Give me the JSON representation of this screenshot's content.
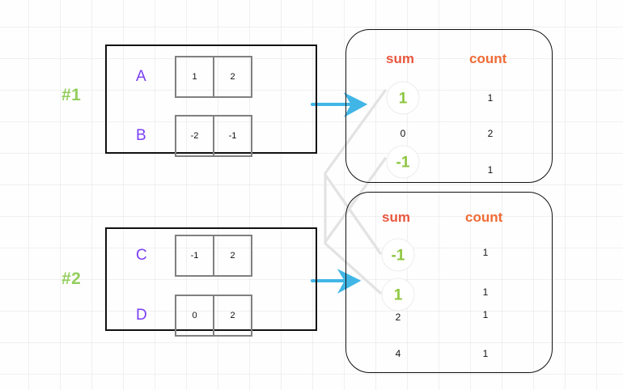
{
  "diagram": {
    "title": "shuffle-and-aggregate-partial-sums",
    "colors": {
      "block_border": "#111111",
      "cell_border": "#808080",
      "row_label": "#7b3ff2",
      "step_label": "#93ce5d",
      "header_sum": "#e9573f",
      "header_count": "#ef6b35",
      "highlight_value": "#8cc63e",
      "arrow": "#41b6e6",
      "connector": "#e2e2e2",
      "grid": "#e4e4e8"
    }
  },
  "steps": [
    {
      "name": "step-1",
      "label": "#1",
      "rows": [
        {
          "label": "A",
          "cells": [
            "1",
            "2"
          ]
        },
        {
          "label": "B",
          "cells": [
            "-2",
            "-1"
          ]
        }
      ]
    },
    {
      "name": "step-2",
      "label": "#2",
      "rows": [
        {
          "label": "C",
          "cells": [
            "-1",
            "2"
          ]
        },
        {
          "label": "D",
          "cells": [
            "0",
            "2"
          ]
        }
      ]
    }
  ],
  "panels": [
    {
      "name": "result-panel-1",
      "headers": {
        "sum": "sum",
        "count": "count"
      },
      "rows": [
        {
          "sum": "1",
          "count": "1",
          "highlight": true
        },
        {
          "sum": "0",
          "count": "2",
          "highlight": false
        },
        {
          "sum": "-1",
          "count": "1",
          "highlight": true
        }
      ]
    },
    {
      "name": "result-panel-2",
      "headers": {
        "sum": "sum",
        "count": "count"
      },
      "rows": [
        {
          "sum": "-1",
          "count": "1",
          "highlight": true
        },
        {
          "sum": "1",
          "count": "1",
          "highlight": true
        },
        {
          "sum": "2",
          "count": "1",
          "highlight": false
        },
        {
          "sum": "4",
          "count": "1",
          "highlight": false
        }
      ]
    }
  ]
}
